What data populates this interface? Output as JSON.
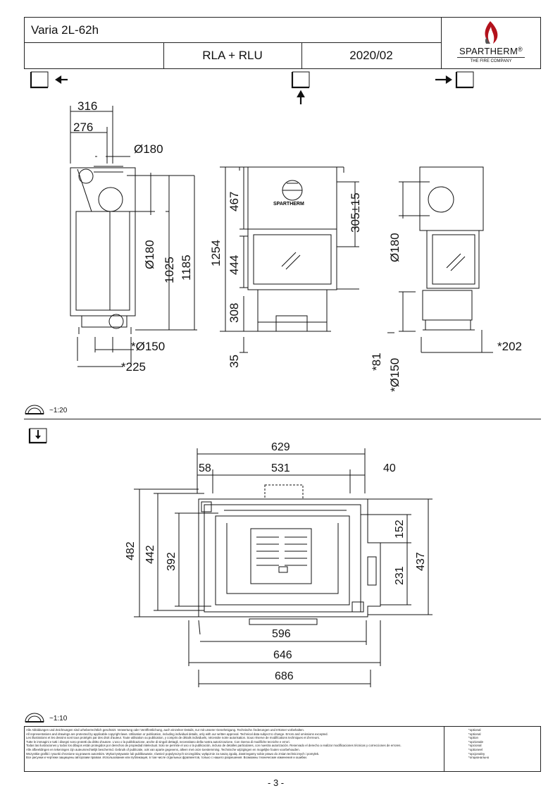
{
  "header": {
    "model": "Varia 2L-62h",
    "variant": "RLA + RLU",
    "date": "2020/02",
    "brand": "SPARTHERM",
    "brand_mark": "®",
    "tagline": "THE FIRE COMPANY"
  },
  "views": {
    "side_left": {
      "dims": [
        "316",
        "276",
        "Ø180",
        "Ø180",
        "1025",
        "1185",
        "*Ø150",
        "*225"
      ]
    },
    "front": {
      "emblem": "SPARTHERM",
      "dims": [
        "467",
        "1254",
        "444",
        "308",
        "35",
        "305±15"
      ]
    },
    "side_right": {
      "dims": [
        "Ø180",
        "*202",
        "*81",
        "*Ø150"
      ]
    },
    "top": {
      "dims": [
        "629",
        "58",
        "531",
        "40",
        "482",
        "442",
        "392",
        "152",
        "231",
        "437",
        "596",
        "646",
        "686"
      ]
    }
  },
  "scales": {
    "upper": "~1:20",
    "lower": "~1:10"
  },
  "footer": {
    "disclaimer": [
      "Alle Abbildungen und Zeichnungen sind urheberrechtlich geschützt. Verwertung oder Veröffentlichung, auch einzelner Details, nur mit unserer Genehmigung. Technische Änderungen und Irrtümer vorbehalten.",
      "All representations and drawings are protected by applicable copyright laws. Utilisation or publication, including individual details, only with our written approval. Technical data subject to change. Errors and omissions excepted.",
      "Les illustrations et les dessins sont tous protégés par des droit d'auteur. Toute utilisation ou publication, y compris de détails individuels, nécessite notre autorisation. Sous réserve de modifications techniques et d'erreurs.",
      "Tutte le immagini e tutti i disegni sono protetti da diritto d'autore. L'uso o la pubblicazione, anche di singoli dettagli, necessitano della nostra autorizzazione. Con riserva di modifiche tecniche e errori.",
      "Todas las ilustraciones y todos los dibujos están protegidos por derechos de propiedad intelectual. Solo se permite el uso o la publicación, incluso de detalles particulares, con nuestra autorización. Reservado el derecho a realizar modificaciones técnicas y correcciones de errores.",
      "Alle afbeeldingen en tekeningen zijn auteursrechtelijk beschermd. Gebruik of publicatie, ook van aparte gegevens, alleen met onze toestemming. Technische wijzigingen en mogelijke fouten voorbehouden.",
      "Wszystkie grafiki i rysunki chronione są prawem autorskim. Wykorzystywanie lub publikowanie, również pojedynczych szczegółów, wyłącznie za naszą zgodą. Zastrzegamy sobie prawo do zmian technicznych i pomyłek.",
      "Все рисунки и чертежи защищены авторским правом. Использование или публикация, в том числе отдельных фрагментов, только с нашего разрешения. Возможны технические изменения и ошибки."
    ],
    "optional_labels": [
      "*optional",
      "*optional",
      "*option",
      "*opzionale",
      "*opcional",
      "*optioneel",
      "*opcjonalny",
      "*опционально"
    ],
    "page_number": "- 3 -"
  }
}
